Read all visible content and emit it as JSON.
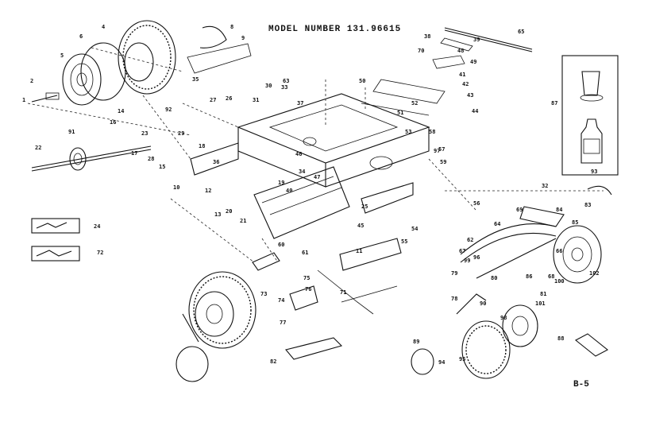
{
  "title": "MODEL NUMBER 131.96615",
  "page_id": "B-5",
  "callouts": [
    {
      "label": "1"
    },
    {
      "label": "2"
    },
    {
      "label": "4"
    },
    {
      "label": "5"
    },
    {
      "label": "6"
    },
    {
      "label": "8"
    },
    {
      "label": "9"
    },
    {
      "label": "10"
    },
    {
      "label": "11"
    },
    {
      "label": "12"
    },
    {
      "label": "13"
    },
    {
      "label": "14"
    },
    {
      "label": "15"
    },
    {
      "label": "16"
    },
    {
      "label": "17"
    },
    {
      "label": "18"
    },
    {
      "label": "19"
    },
    {
      "label": "20"
    },
    {
      "label": "21"
    },
    {
      "label": "22"
    },
    {
      "label": "23"
    },
    {
      "label": "24"
    },
    {
      "label": "25"
    },
    {
      "label": "26"
    },
    {
      "label": "27"
    },
    {
      "label": "28"
    },
    {
      "label": "29"
    },
    {
      "label": "30"
    },
    {
      "label": "31"
    },
    {
      "label": "32"
    },
    {
      "label": "33"
    },
    {
      "label": "34"
    },
    {
      "label": "35"
    },
    {
      "label": "36"
    },
    {
      "label": "37"
    },
    {
      "label": "38"
    },
    {
      "label": "39"
    },
    {
      "label": "40"
    },
    {
      "label": "41"
    },
    {
      "label": "42"
    },
    {
      "label": "43"
    },
    {
      "label": "44"
    },
    {
      "label": "45"
    },
    {
      "label": "46"
    },
    {
      "label": "47"
    },
    {
      "label": "48"
    },
    {
      "label": "49"
    },
    {
      "label": "50"
    },
    {
      "label": "51"
    },
    {
      "label": "52"
    },
    {
      "label": "53"
    },
    {
      "label": "54"
    },
    {
      "label": "55"
    },
    {
      "label": "56"
    },
    {
      "label": "57"
    },
    {
      "label": "58"
    },
    {
      "label": "59"
    },
    {
      "label": "60"
    },
    {
      "label": "61"
    },
    {
      "label": "62"
    },
    {
      "label": "63"
    },
    {
      "label": "64"
    },
    {
      "label": "65"
    },
    {
      "label": "66"
    },
    {
      "label": "67"
    },
    {
      "label": "68"
    },
    {
      "label": "69"
    },
    {
      "label": "70"
    },
    {
      "label": "71"
    },
    {
      "label": "72"
    },
    {
      "label": "73"
    },
    {
      "label": "74"
    },
    {
      "label": "75"
    },
    {
      "label": "76"
    },
    {
      "label": "77"
    },
    {
      "label": "78"
    },
    {
      "label": "79"
    },
    {
      "label": "80"
    },
    {
      "label": "81"
    },
    {
      "label": "82"
    },
    {
      "label": "83"
    },
    {
      "label": "84"
    },
    {
      "label": "85"
    },
    {
      "label": "86"
    },
    {
      "label": "87"
    },
    {
      "label": "88"
    },
    {
      "label": "89"
    },
    {
      "label": "90"
    },
    {
      "label": "91"
    },
    {
      "label": "92"
    },
    {
      "label": "93"
    },
    {
      "label": "94"
    },
    {
      "label": "95"
    },
    {
      "label": "96"
    },
    {
      "label": "97"
    },
    {
      "label": "98"
    },
    {
      "label": "99"
    },
    {
      "label": "100"
    },
    {
      "label": "101"
    },
    {
      "label": "102"
    }
  ]
}
